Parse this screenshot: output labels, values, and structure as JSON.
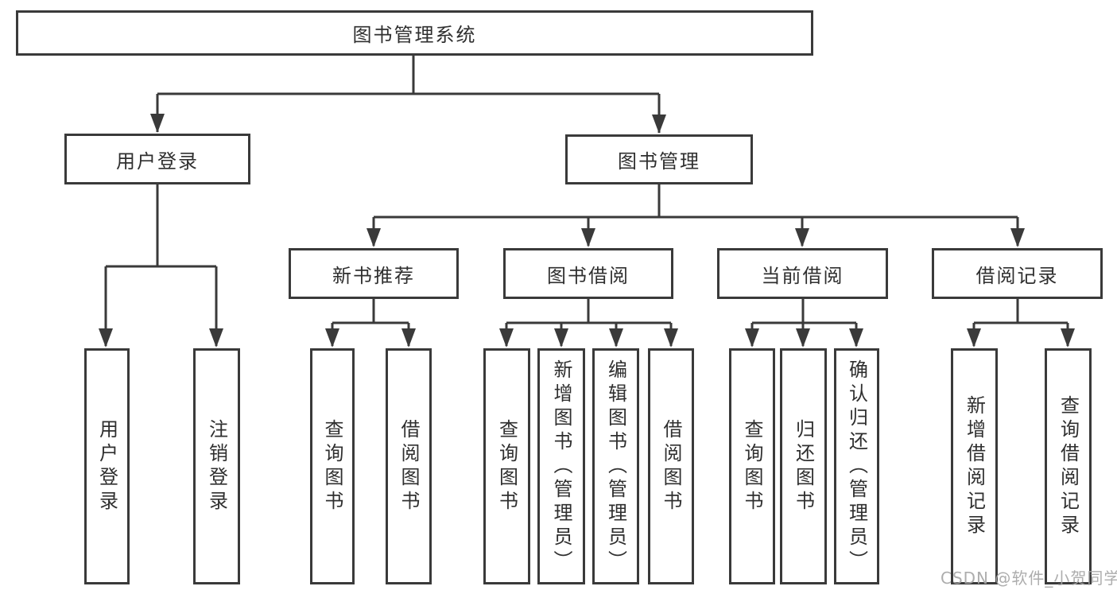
{
  "diagram": {
    "type": "functional-structure-tree",
    "colors": {
      "line": "#3a3a3a",
      "box_border": "#3a3a3a",
      "text": "#2f2f2f",
      "background": "#ffffff",
      "watermark": "#a6a6a6"
    },
    "tree": {
      "root": {
        "label": "图书管理系统"
      },
      "branches": [
        {
          "label": "用户登录",
          "children": [
            {
              "label": "用户登录"
            },
            {
              "label": "注销登录"
            }
          ]
        },
        {
          "label": "图书管理",
          "children": [
            {
              "label": "新书推荐",
              "children": [
                {
                  "label": "查询图书"
                },
                {
                  "label": "借阅图书"
                }
              ]
            },
            {
              "label": "图书借阅",
              "children": [
                {
                  "label": "查询图书"
                },
                {
                  "label": "新增图书（管理员）"
                },
                {
                  "label": "编辑图书（管理员）"
                },
                {
                  "label": "借阅图书"
                }
              ]
            },
            {
              "label": "当前借阅",
              "children": [
                {
                  "label": "查询图书"
                },
                {
                  "label": "归还图书"
                },
                {
                  "label": "确认归还（管理员）"
                }
              ]
            },
            {
              "label": "借阅记录",
              "children": [
                {
                  "label": "新增借阅记录"
                },
                {
                  "label": "查询借阅记录"
                }
              ]
            }
          ]
        }
      ]
    },
    "watermark": {
      "text": "CSDN @软件_小贺同学"
    }
  }
}
